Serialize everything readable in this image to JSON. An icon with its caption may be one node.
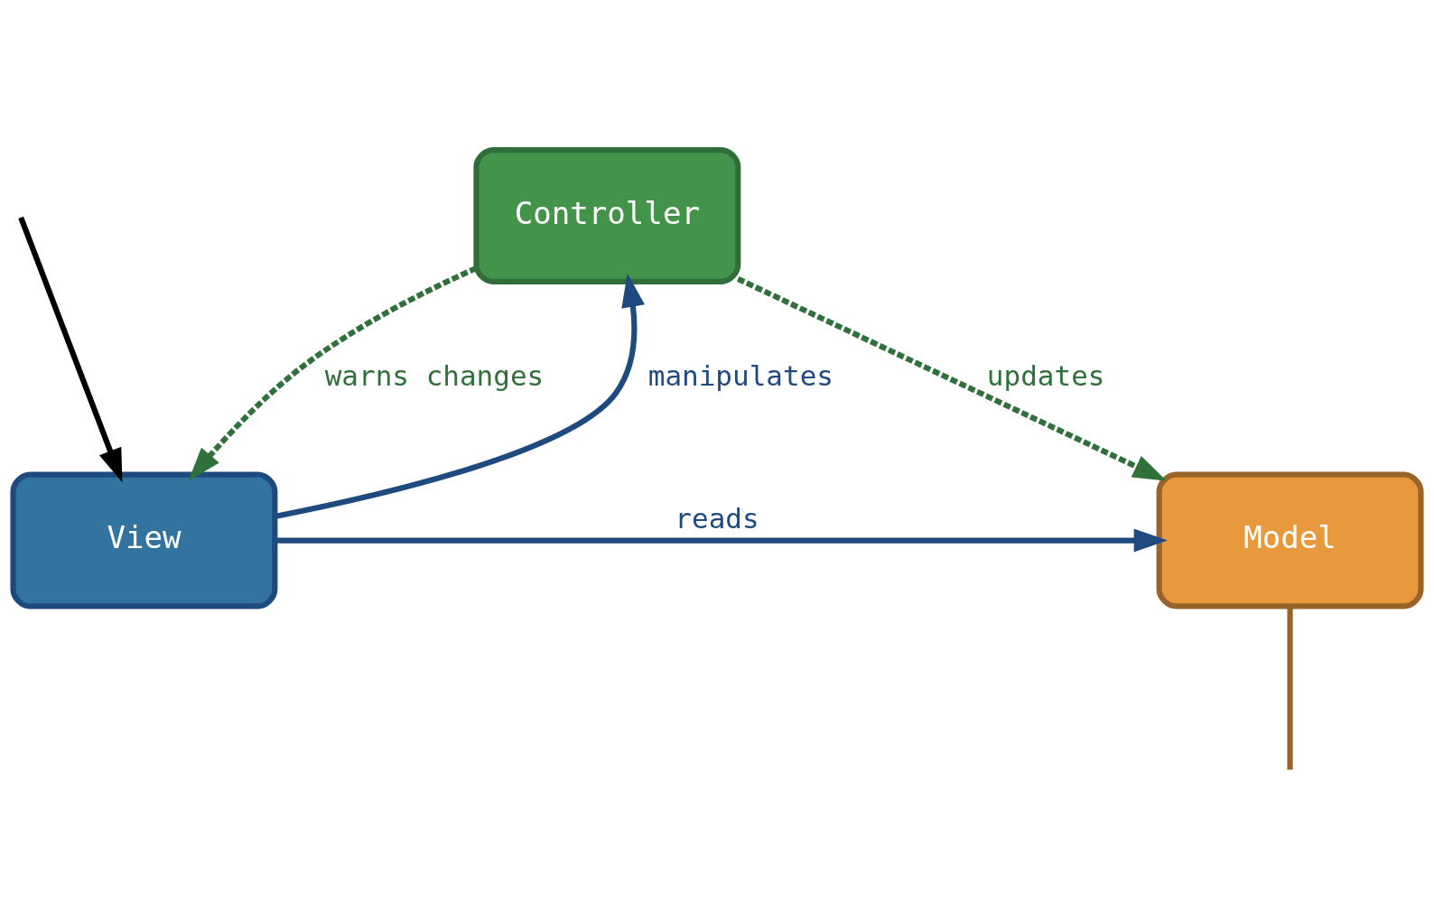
{
  "diagram": {
    "nodes": [
      {
        "text": [
          "Controller"
        ]
      },
      {
        "text": [
          "View"
        ]
      },
      {
        "text": [
          "Model"
        ]
      }
    ],
    "edges": [
      {
        "from": 1,
        "to": 0,
        "label": "manipulates",
        "arrow": "to",
        "color": "#1f4a7f"
      },
      {
        "from": 0,
        "to": 1,
        "label": "warns changes",
        "arrow": "to",
        "style": "dashed",
        "color": "#30703b"
      },
      {
        "from": 0,
        "to": 2,
        "label": "updates",
        "arrow": "to",
        "style": "dashed",
        "color": "#30703b"
      },
      {
        "from": 1,
        "to": 2,
        "label": "reads",
        "arrow": "to",
        "color": "#1f4a7f"
      },
      {
        "from": null,
        "to": 1,
        "arrow": "to",
        "color": "#000000"
      },
      {
        "from": 2,
        "to": null,
        "arrow": "none",
        "color": "#9a6428"
      }
    ]
  }
}
